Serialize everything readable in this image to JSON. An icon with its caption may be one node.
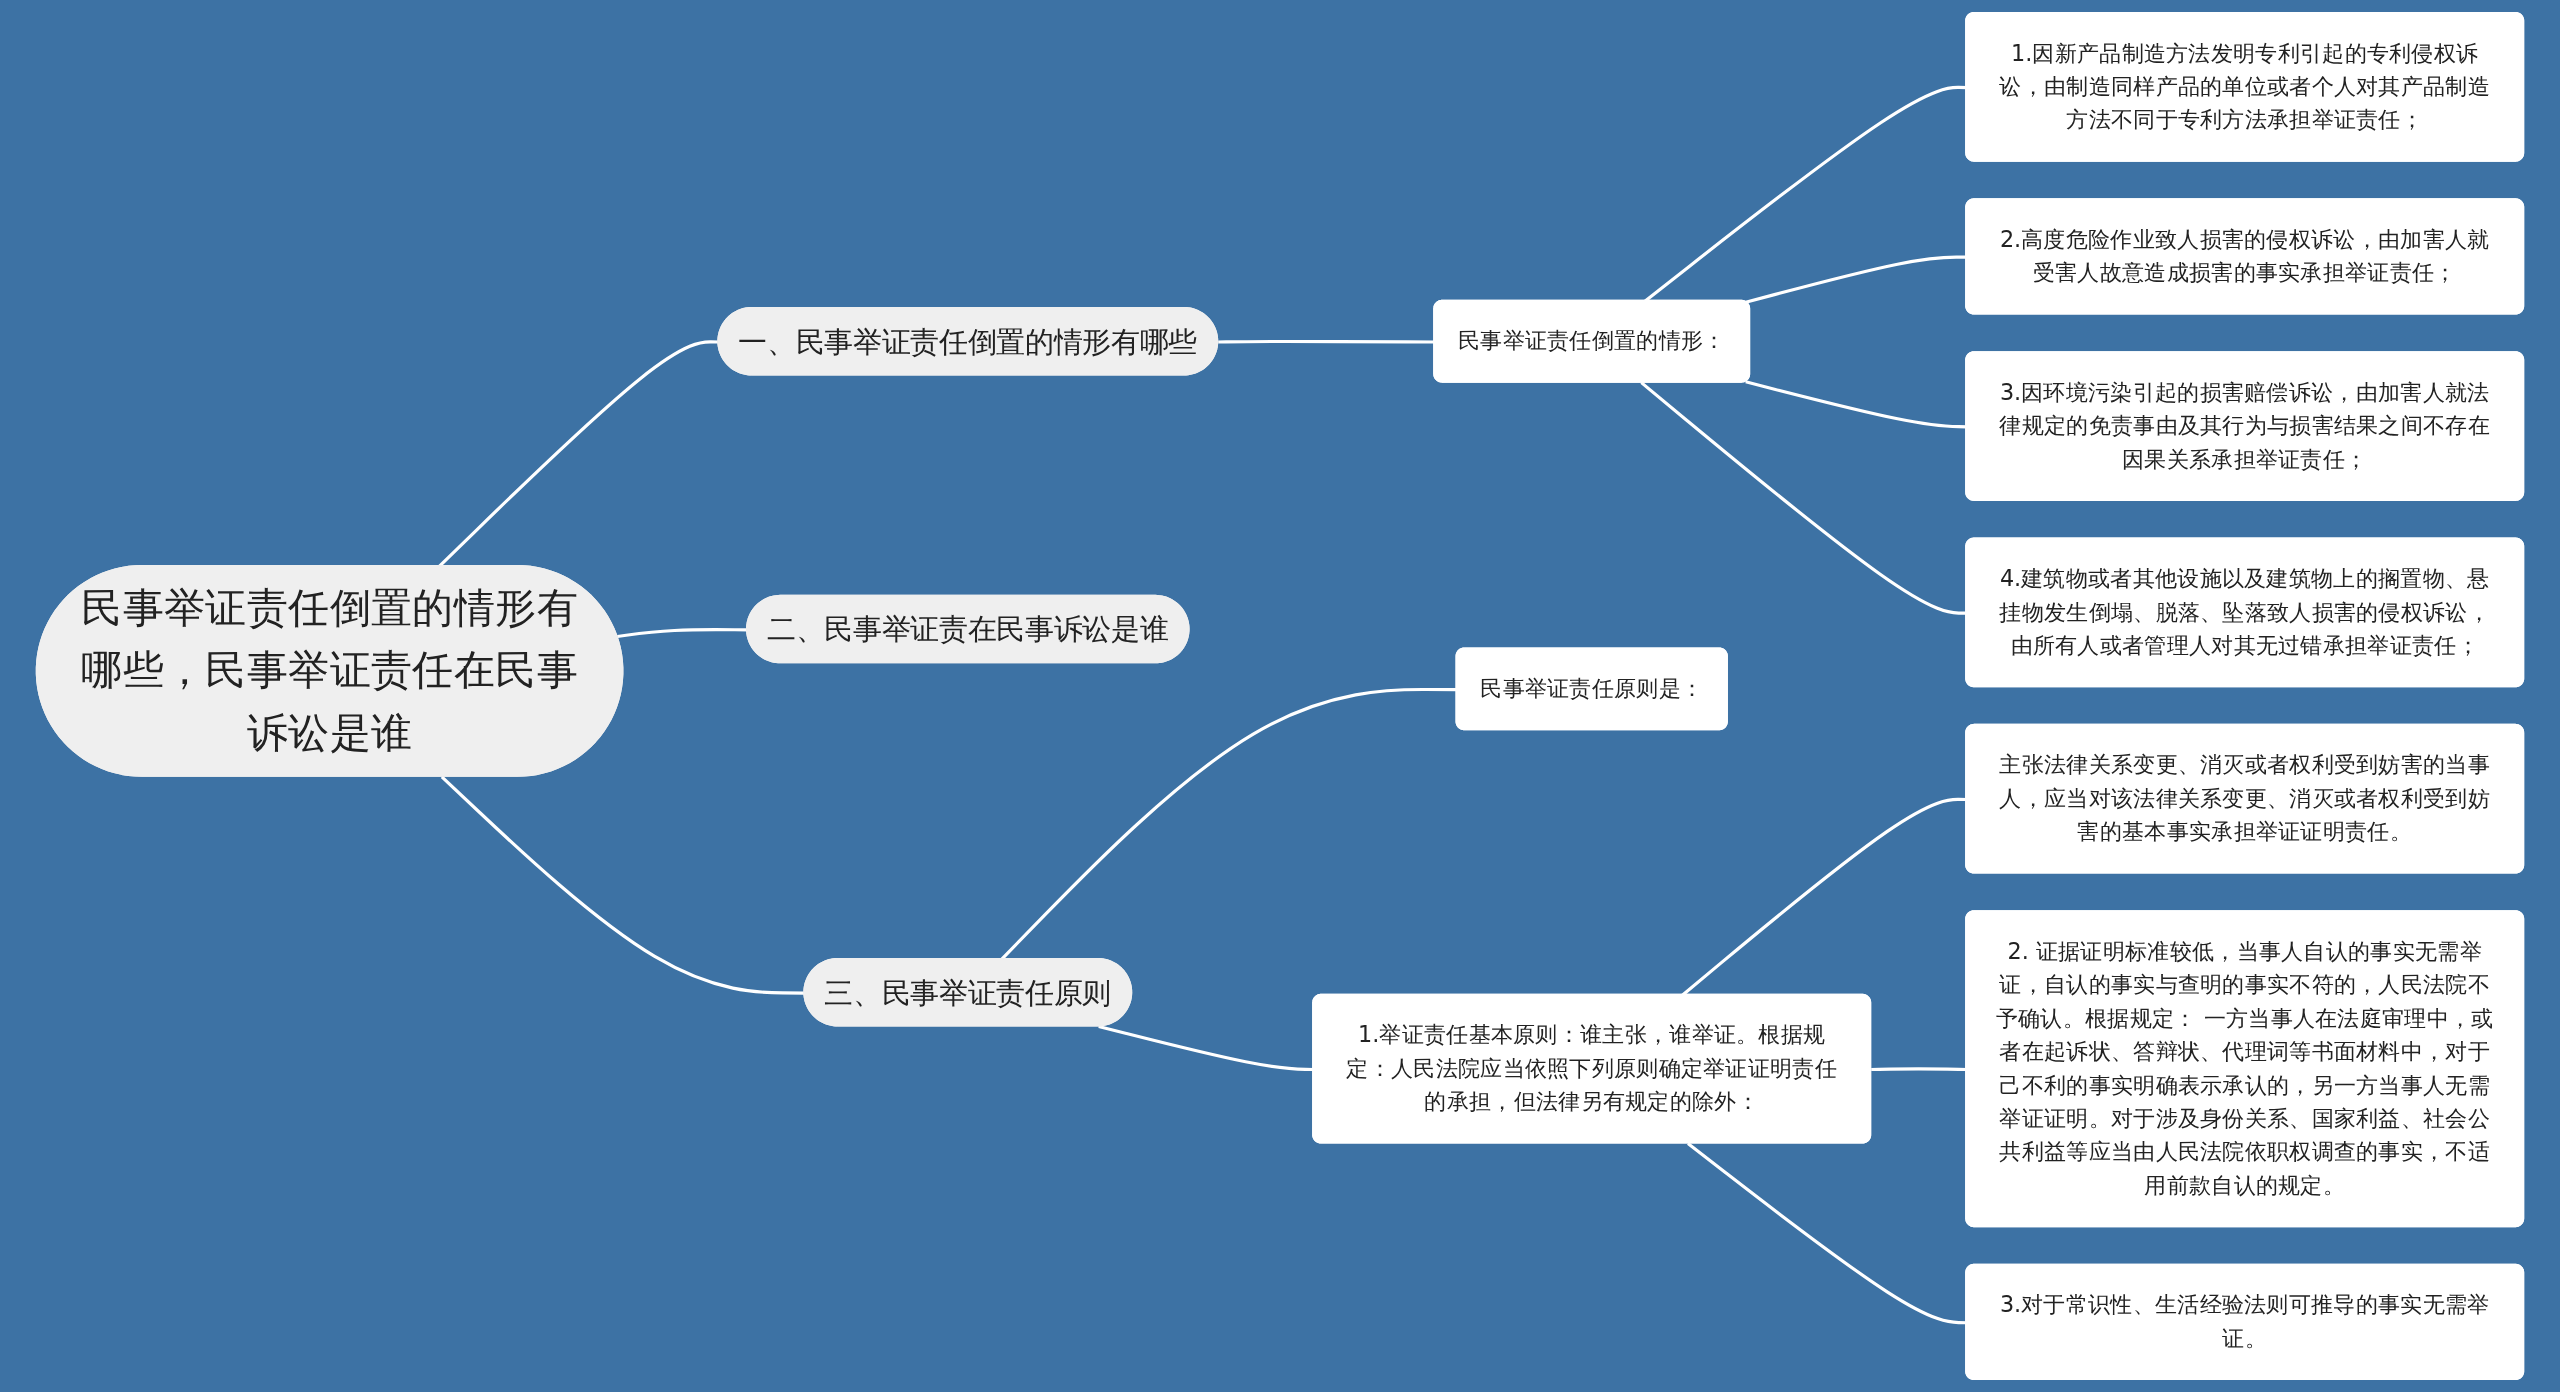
{
  "diagram": {
    "nodes": [
      {
        "text": [
          "民事举证责任倒置的情形有哪些，民事举证责任在民事诉讼是谁"
        ]
      },
      {
        "text": [
          "一、民事举证责任倒置的情形有哪些"
        ]
      },
      {
        "text": [
          "民事举证责任倒置的情形："
        ]
      },
      {
        "text": [
          "1.因新产品制造方法发明专利引起的专利侵权诉讼，由制造同样产品的单位或者个人对其产品制造方法不同于专利方法承担举证责任；"
        ]
      },
      {
        "text": [
          "2.高度危险作业致人损害的侵权诉讼，由加害人就受害人故意造成损害的事实承担举证责任；"
        ]
      },
      {
        "text": [
          "3.因环境污染引起的损害赔偿诉讼，由加害人就法律规定的免责事由及其行为与损害结果之间不存在因果关系承担举证责任；"
        ]
      },
      {
        "text": [
          "4.建筑物或者其他设施以及建筑物上的搁置物、悬挂物发生倒塌、脱落、坠落致人损害的侵权诉讼，由所有人或者管理人对其无过错承担举证责任；"
        ]
      },
      {
        "text": [
          "二、民事举证责在民事诉讼是谁"
        ]
      },
      {
        "text": [
          "三、民事举证责任原则"
        ]
      },
      {
        "text": [
          "民事举证责任原则是："
        ]
      },
      {
        "text": [
          "1.举证责任基本原则：谁主张，谁举证。根据规定：人民法院应当依照下列原则确定举证证明责任的承担，但法律另有规定的除外："
        ]
      },
      {
        "text": [
          "主张法律关系变更、消灭或者权利受到妨害的当事人，应当对该法律关系变更、消灭或者权利受到妨害的基本事实承担举证证明责任。"
        ]
      },
      {
        "text": [
          "2. 证据证明标准较低，当事人自认的事实无需举证，自认的事实与查明的事实不符的，人民法院不予确认。根据规定： 一方当事人在法庭审理中，或者在起诉状、答辩状、代理词等书面材料中，对于己不利的事实明确表示承认的，另一方当事人无需举证证明。对于涉及身份关系、国家利益、社会公共利益等应当由人民法院依职权调查的事实，不适用前款自认的规定。"
        ]
      },
      {
        "text": [
          "3.对于常识性、生活经验法则可推导的事实无需举证。"
        ]
      }
    ],
    "edges": [
      {
        "from": 0,
        "to": 1,
        "arrow": "none"
      },
      {
        "from": 1,
        "to": 2,
        "arrow": "none"
      },
      {
        "from": 2,
        "to": 3,
        "arrow": "none"
      },
      {
        "from": 2,
        "to": 4,
        "arrow": "none"
      },
      {
        "from": 2,
        "to": 5,
        "arrow": "none"
      },
      {
        "from": 2,
        "to": 6,
        "arrow": "none"
      },
      {
        "from": 0,
        "to": 7,
        "arrow": "none"
      },
      {
        "from": 0,
        "to": 8,
        "arrow": "none"
      },
      {
        "from": 8,
        "to": 9,
        "arrow": "none"
      },
      {
        "from": 8,
        "to": 10,
        "arrow": "none"
      },
      {
        "from": 10,
        "to": 11,
        "arrow": "none"
      },
      {
        "from": 10,
        "to": 12,
        "arrow": "none"
      },
      {
        "from": 10,
        "to": 13,
        "arrow": "none"
      }
    ]
  }
}
